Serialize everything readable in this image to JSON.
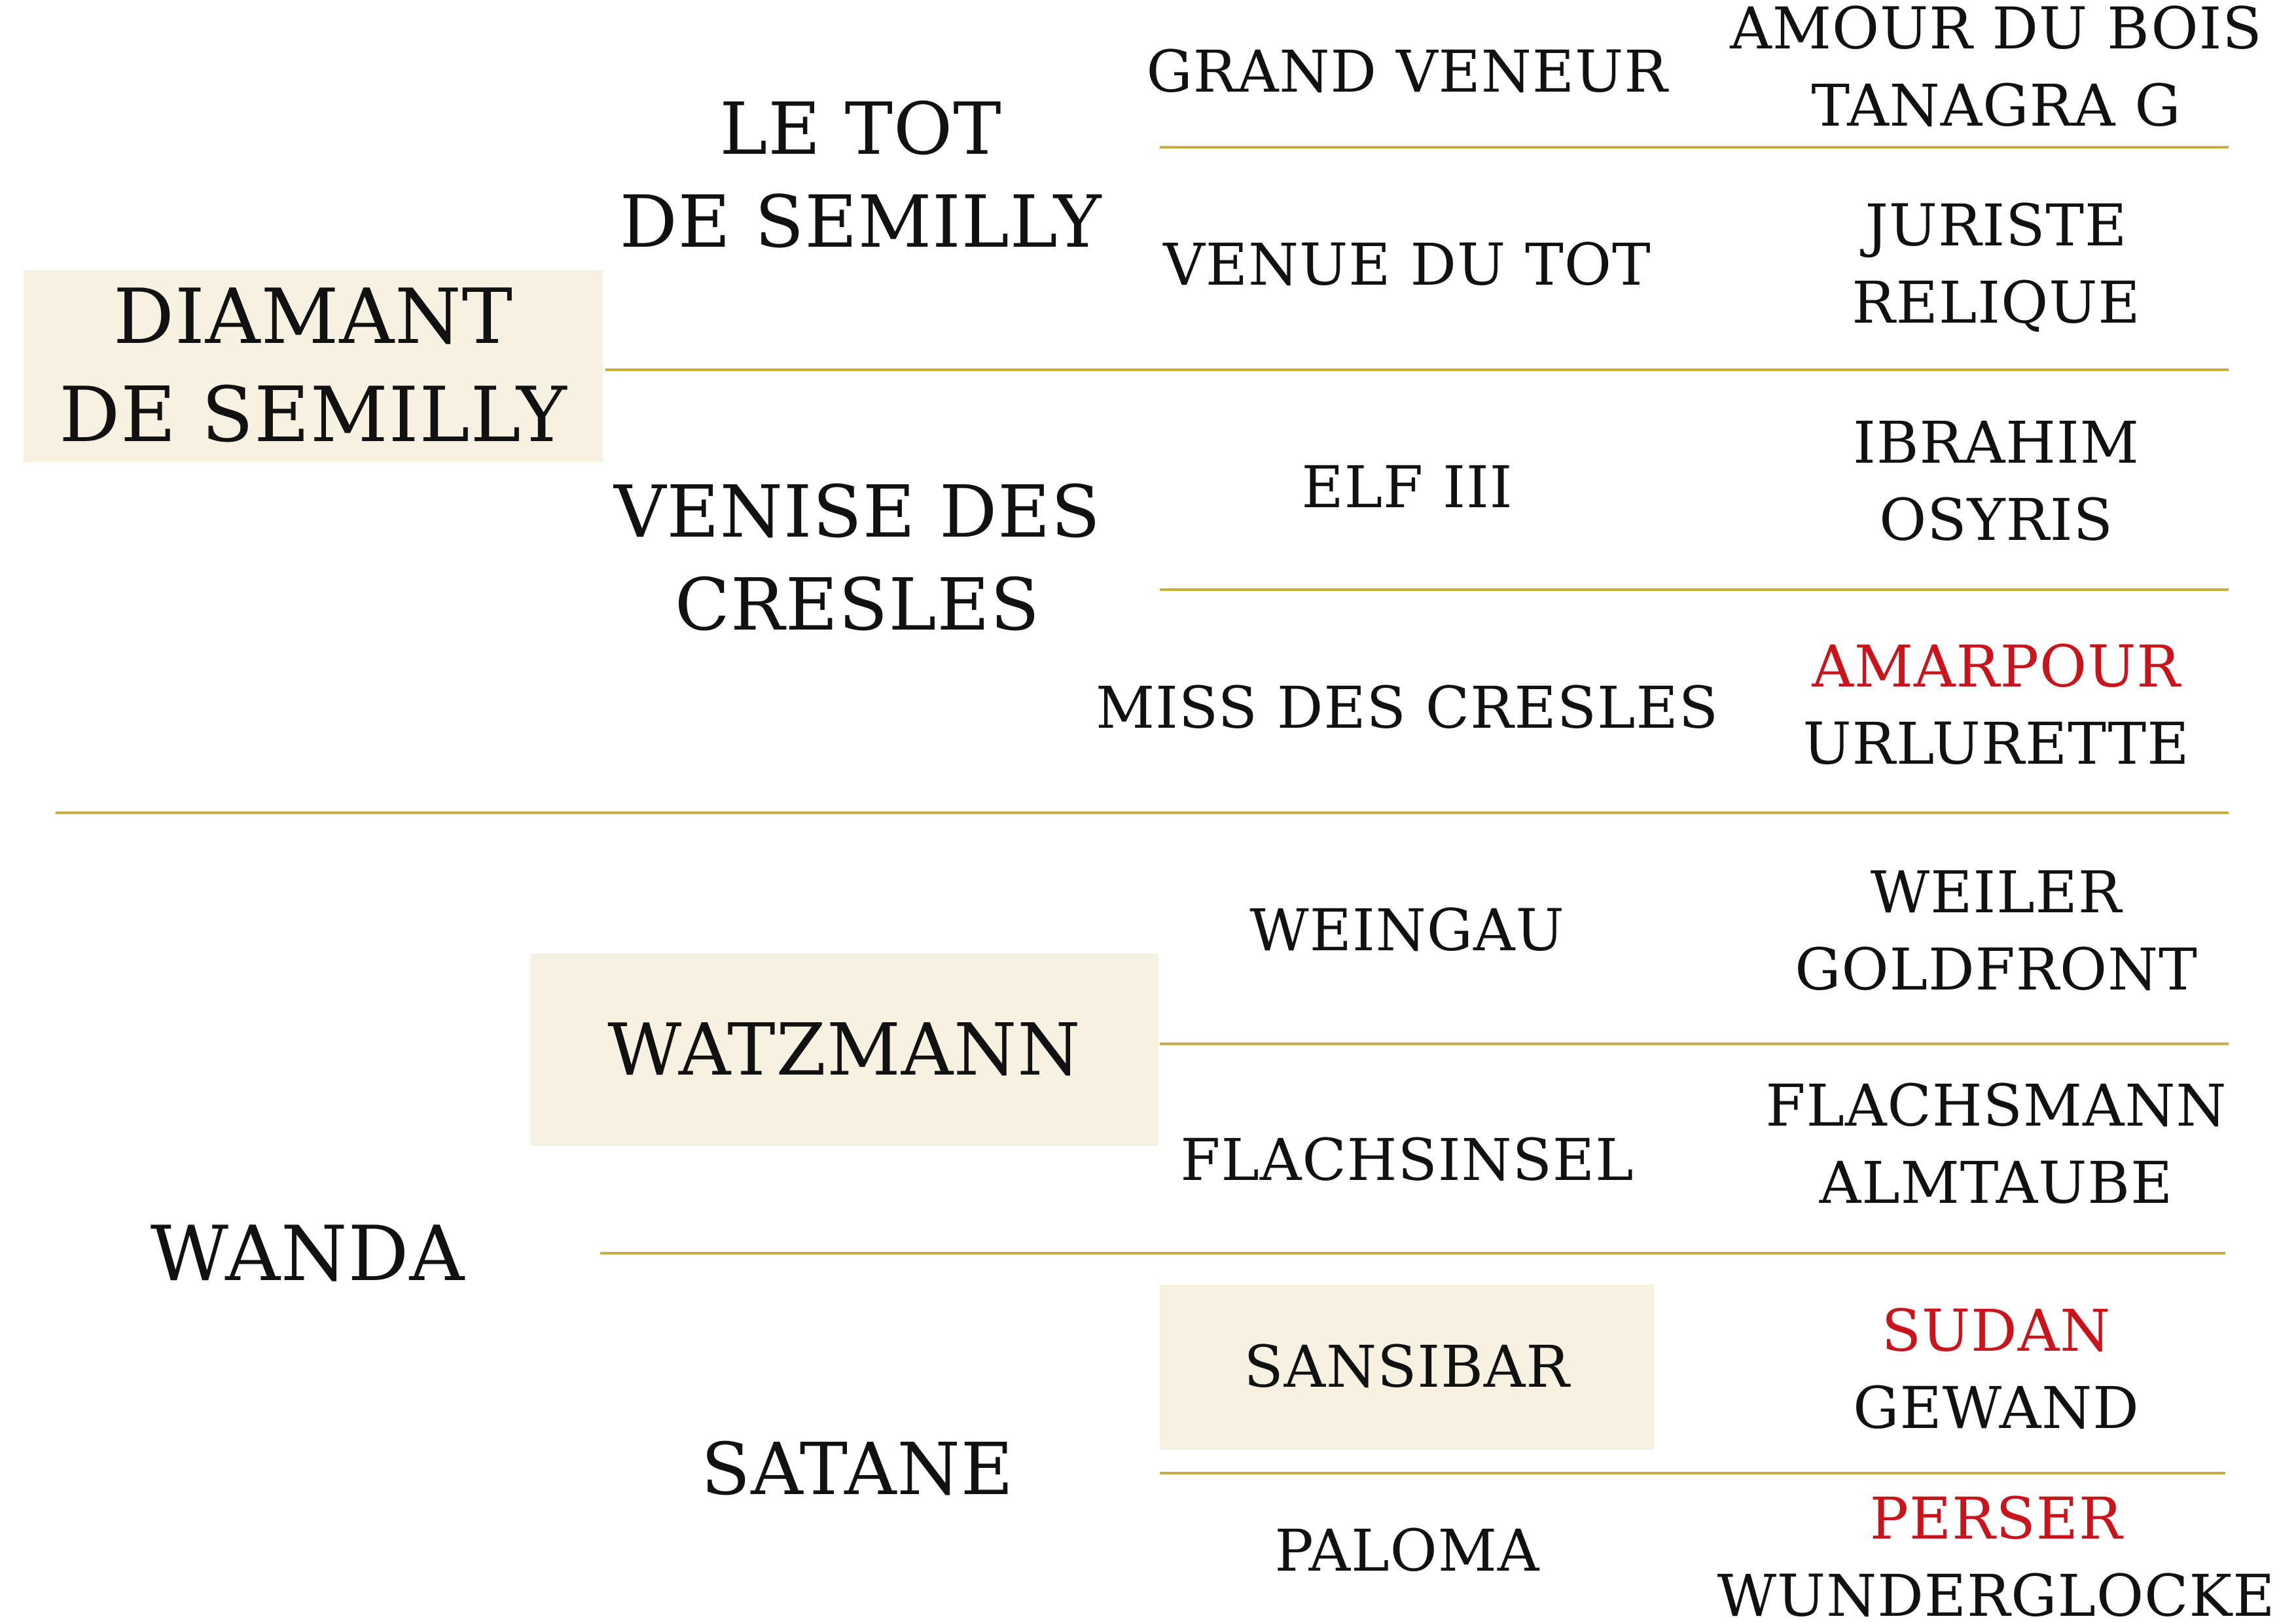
{
  "colors": {
    "highlight_box": "#f6f1e1",
    "divider_line": "#c9ad45",
    "text": "#111111",
    "highlight_text": "#c8141a"
  },
  "pedigree": {
    "gen1": {
      "sire": [
        "DIAMANT",
        "DE SEMILLY"
      ],
      "dam": [
        "WANDA"
      ]
    },
    "gen2": {
      "sire_sire": [
        "LE TOT",
        "DE SEMILLY"
      ],
      "sire_dam": [
        "VENISE DES",
        "CRESLES"
      ],
      "dam_sire": [
        "WATZMANN"
      ],
      "dam_dam": [
        "SATANE"
      ]
    },
    "gen3": [
      "GRAND VENEUR",
      "VENUE DU TOT",
      "ELF III",
      "MISS DES CRESLES",
      "WEINGAU",
      "FLACHSINSEL",
      "SANSIBAR",
      "PALOMA"
    ],
    "gen4": [
      [
        "AMOUR DU BOIS",
        "TANAGRA G"
      ],
      [
        "JURISTE",
        "RELIQUE"
      ],
      [
        "IBRAHIM",
        "OSYRIS"
      ],
      [
        "AMARPOUR",
        "URLURETTE"
      ],
      [
        "WEILER",
        "GOLDFRONT"
      ],
      [
        "FLACHSMANN",
        "ALMTAUBE"
      ],
      [
        "SUDAN",
        "GEWAND"
      ],
      [
        "PERSER",
        "WUNDERGLOCKE"
      ]
    ],
    "gen4_highlighted": [
      "AMARPOUR",
      "SUDAN",
      "PERSER"
    ]
  }
}
